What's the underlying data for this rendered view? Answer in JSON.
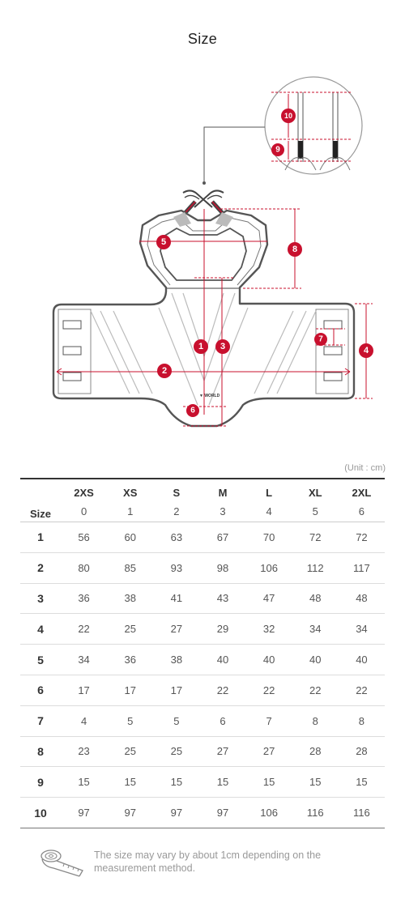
{
  "title": "Size",
  "diagram": {
    "markers": [
      "1",
      "2",
      "3",
      "4",
      "5",
      "6",
      "7",
      "8",
      "9",
      "10"
    ],
    "colors": {
      "accent": "#c8102e",
      "outline": "#555555"
    }
  },
  "unit_label": "(Unit : cm)",
  "table": {
    "corner_label": "Size",
    "sizes": [
      "2XS",
      "XS",
      "S",
      "M",
      "L",
      "XL",
      "2XL"
    ],
    "size_codes": [
      "0",
      "1",
      "2",
      "3",
      "4",
      "5",
      "6"
    ],
    "rows": [
      {
        "label": "1",
        "values": [
          "56",
          "60",
          "63",
          "67",
          "70",
          "72",
          "72"
        ]
      },
      {
        "label": "2",
        "values": [
          "80",
          "85",
          "93",
          "98",
          "106",
          "112",
          "117"
        ]
      },
      {
        "label": "3",
        "values": [
          "36",
          "38",
          "41",
          "43",
          "47",
          "48",
          "48"
        ]
      },
      {
        "label": "4",
        "values": [
          "22",
          "25",
          "27",
          "29",
          "32",
          "34",
          "34"
        ]
      },
      {
        "label": "5",
        "values": [
          "34",
          "36",
          "38",
          "40",
          "40",
          "40",
          "40"
        ]
      },
      {
        "label": "6",
        "values": [
          "17",
          "17",
          "17",
          "22",
          "22",
          "22",
          "22"
        ]
      },
      {
        "label": "7",
        "values": [
          "4",
          "5",
          "5",
          "6",
          "7",
          "8",
          "8"
        ]
      },
      {
        "label": "8",
        "values": [
          "23",
          "25",
          "25",
          "27",
          "27",
          "28",
          "28"
        ]
      },
      {
        "label": "9",
        "values": [
          "15",
          "15",
          "15",
          "15",
          "15",
          "15",
          "15"
        ]
      },
      {
        "label": "10",
        "values": [
          "97",
          "97",
          "97",
          "97",
          "106",
          "116",
          "116"
        ]
      }
    ]
  },
  "note": {
    "icon": "measuring-tape-icon",
    "text": "The size may vary by about 1cm depending on the measurement method."
  }
}
